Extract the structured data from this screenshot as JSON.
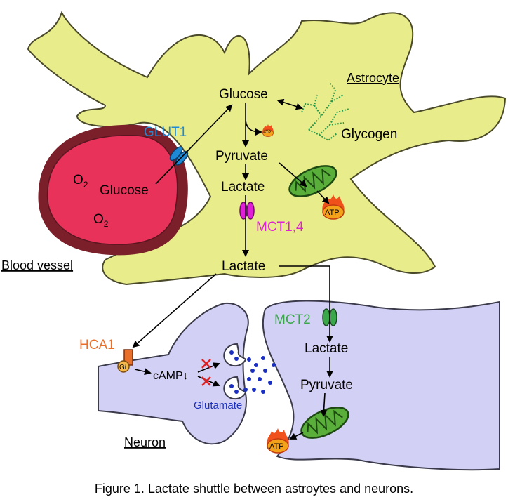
{
  "labels": {
    "astrocyte": "Astrocyte",
    "glucose_top": "Glucose",
    "glycogen": "Glycogen",
    "glut1": "GLUT1",
    "pyruvate_astro": "Pyruvate",
    "lactate_astro": "Lactate",
    "mct14": "MCT1,4",
    "lactate_extra": "Lactate",
    "glucose_blood": "Glucose",
    "o2_a": "O",
    "o2_b": "O",
    "o2_sub": "2",
    "blood_vessel": "Blood vessel",
    "hca1": "HCA1",
    "gi": "Gi",
    "camp": "cAMP↓",
    "glutamate": "Glutamate",
    "neuron": "Neuron",
    "mct2": "MCT2",
    "lactate_neuron": "Lactate",
    "pyruvate_neuron": "Pyruvate",
    "atp": "ATP"
  },
  "caption": "Figure 1. Lactate shuttle between astroytes and neurons.",
  "colors": {
    "astrocyte_fill": "#e8ec8a",
    "neuron_fill": "#d3d0f6",
    "blood_fill": "#e8325a",
    "blood_wall": "#7b1f2a",
    "glut1": "#1e8ad6",
    "mct14": "#e020d8",
    "mct2": "#3aa84a",
    "hca1": "#e8702a",
    "glutamate": "#1a2fbf",
    "mito": "#5aae3a",
    "glycogen": "#2a9a4a",
    "atp_fill": "#f5a21b",
    "inhibit": "#e02020"
  },
  "icons": [
    "mitochondrion-icon",
    "atp-flame-icon",
    "transporter-icon",
    "receptor-icon",
    "vesicle-icon"
  ]
}
